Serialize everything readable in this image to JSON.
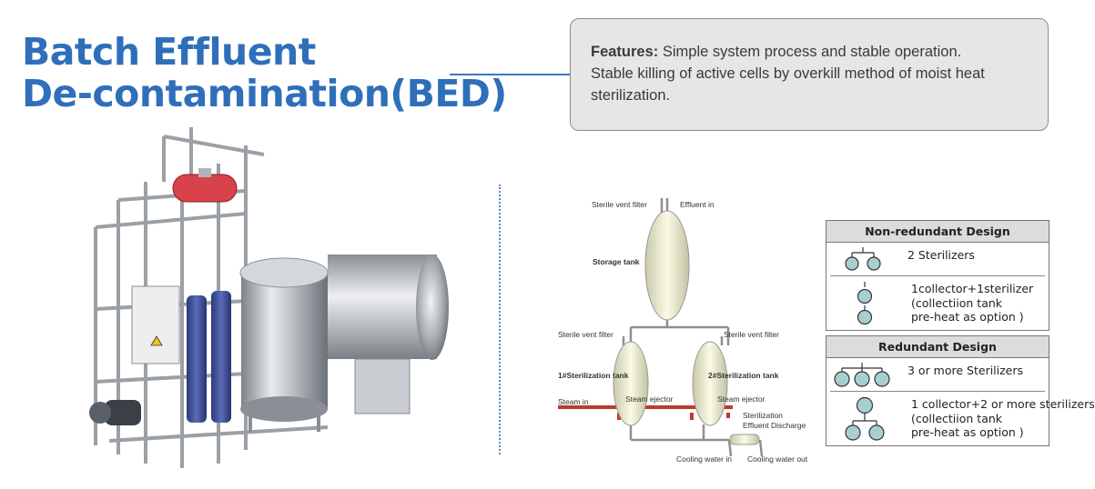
{
  "title": {
    "line1": "Batch Effluent",
    "line2": "De-contamination(BED)"
  },
  "features": {
    "label": "Features:",
    "line1": "Simple system process and stable operation.",
    "line2": "Stable killing of active cells by overkill method of moist heat",
    "line3": "sterilization."
  },
  "schematic": {
    "sterile_vent_filter_top": "Sterile vent filter",
    "effluent_in": "Effluent in",
    "storage_tank": "Storage tank",
    "sterile_vent_filter_left": "Sterile vent filter",
    "sterile_vent_filter_right": "Sterile vent filter",
    "tank1": "1#Sterilization tank",
    "tank2": "2#Sterilization tank",
    "steam_in": "Steam in",
    "steam_ejector_1": "Steam ejector",
    "steam_ejector_2": "Steam ejector",
    "discharge_line1": "Sterilization",
    "discharge_line2": "Effluent Discharge",
    "cooling_water_in": "Cooling water in",
    "cooling_water_out": "Cooling water out"
  },
  "non_redundant": {
    "header": "Non-redundant Design",
    "row1": "2 Sterilizers",
    "row2_line1": "1collector+1sterilizer",
    "row2_line2": "(collectiion tank",
    "row2_line3": "pre-heat as option )"
  },
  "redundant": {
    "header": "Redundant Design",
    "row1": "3 or more Sterilizers",
    "row2_line1": "1 collector+2 or more sterilizers",
    "row2_line2": "(collectiion tank",
    "row2_line3": "pre-heat as option )"
  },
  "colors": {
    "title_blue": "#2f6fba",
    "icon_fill": "#a7cfcf",
    "steam_red": "#c0392b"
  }
}
